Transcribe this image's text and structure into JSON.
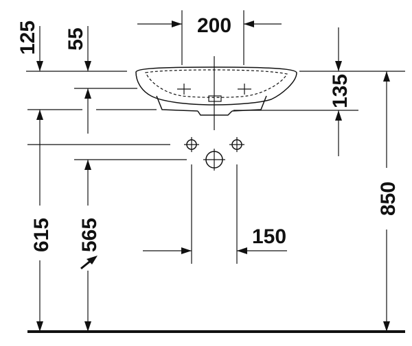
{
  "dimensions": {
    "top_left_125": "125",
    "top_left_55": "55",
    "top_200": "200",
    "right_135": "135",
    "right_850": "850",
    "left_615": "615",
    "left_565": "565",
    "mid_150": "150"
  },
  "colors": {
    "ink": "#111111",
    "background": "#ffffff"
  }
}
